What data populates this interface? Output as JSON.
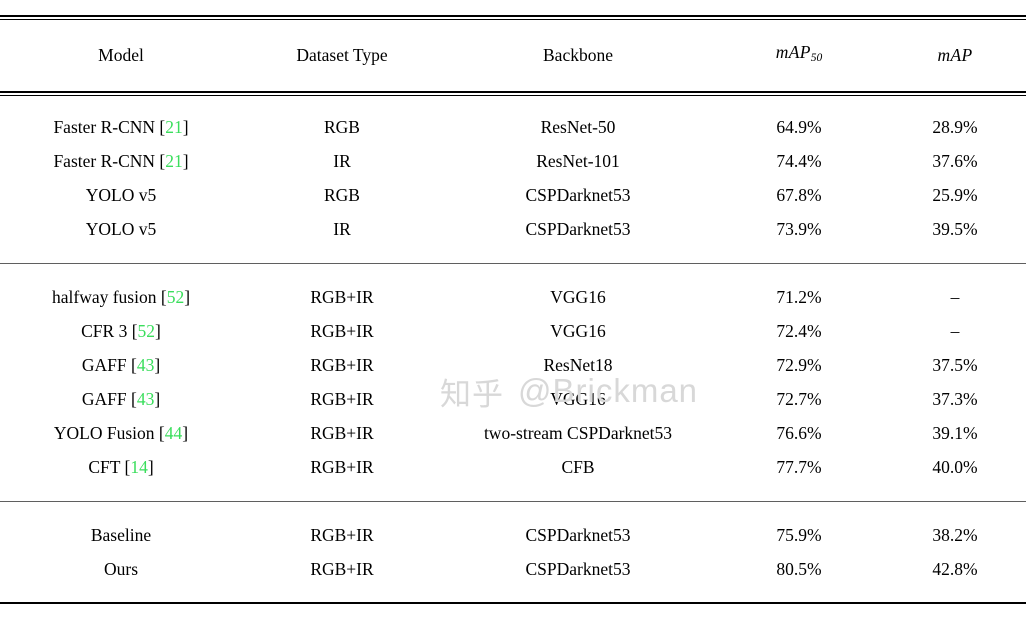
{
  "table": {
    "columns": [
      "Model",
      "Dataset Type",
      "Backbone",
      "mAP50",
      "mAP"
    ],
    "header": {
      "model": "Model",
      "dataset_type": "Dataset Type",
      "backbone": "Backbone",
      "map50_base": "mAP",
      "map50_sub": "50",
      "map": "mAP"
    },
    "groups": [
      {
        "rows": [
          {
            "model": "Faster R-CNN",
            "citation": "21",
            "dataset_type": "RGB",
            "backbone": "ResNet-50",
            "map50": "64.9%",
            "map": "28.9%",
            "bold": false
          },
          {
            "model": "Faster R-CNN",
            "citation": "21",
            "dataset_type": "IR",
            "backbone": "ResNet-101",
            "map50": "74.4%",
            "map": "37.6%",
            "bold": false
          },
          {
            "model": "YOLO v5",
            "citation": "",
            "dataset_type": "RGB",
            "backbone": "CSPDarknet53",
            "map50": "67.8%",
            "map": "25.9%",
            "bold": false
          },
          {
            "model": "YOLO v5",
            "citation": "",
            "dataset_type": "IR",
            "backbone": "CSPDarknet53",
            "map50": "73.9%",
            "map": "39.5%",
            "bold": false
          }
        ]
      },
      {
        "rows": [
          {
            "model": "halfway fusion",
            "citation": "52",
            "dataset_type": "RGB+IR",
            "backbone": "VGG16",
            "map50": "71.2%",
            "map": "–",
            "bold": false
          },
          {
            "model": "CFR 3",
            "citation": "52",
            "dataset_type": "RGB+IR",
            "backbone": "VGG16",
            "map50": "72.4%",
            "map": "–",
            "bold": false
          },
          {
            "model": "GAFF",
            "citation": "43",
            "dataset_type": "RGB+IR",
            "backbone": "ResNet18",
            "map50": "72.9%",
            "map": "37.5%",
            "bold": false
          },
          {
            "model": "GAFF",
            "citation": "43",
            "dataset_type": "RGB+IR",
            "backbone": "VGG16",
            "map50": "72.7%",
            "map": "37.3%",
            "bold": false
          },
          {
            "model": "YOLO Fusion",
            "citation": "44",
            "dataset_type": "RGB+IR",
            "backbone": "two-stream CSPDarknet53",
            "map50": "76.6%",
            "map": "39.1%",
            "bold": false
          },
          {
            "model": "CFT",
            "citation": "14",
            "dataset_type": "RGB+IR",
            "backbone": "CFB",
            "map50": "77.7%",
            "map": "40.0%",
            "bold": false
          }
        ]
      },
      {
        "rows": [
          {
            "model": "Baseline",
            "citation": "",
            "dataset_type": "RGB+IR",
            "backbone": "CSPDarknet53",
            "map50": "75.9%",
            "map": "38.2%",
            "bold": false
          },
          {
            "model": "Ours",
            "citation": "",
            "dataset_type": "RGB+IR",
            "backbone": "CSPDarknet53",
            "map50": "80.5%",
            "map": "42.8%",
            "bold": true
          }
        ]
      }
    ]
  },
  "watermark": {
    "cn": "知乎",
    "handle": "@Brickman"
  },
  "colors": {
    "citation_green": "#3ade5c",
    "rule_black": "#000000",
    "rule_gray": "#5f5f5f",
    "watermark_gray": "#d8d8d8"
  }
}
